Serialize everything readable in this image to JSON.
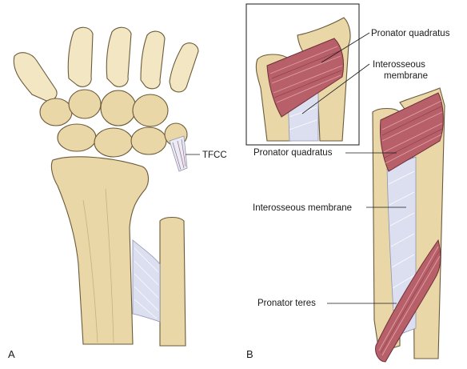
{
  "panels": {
    "a": {
      "letter": "A",
      "tfcc_label": "TFCC"
    },
    "b": {
      "letter": "B",
      "inset": {
        "pronator_quadratus": "Pronator quadratus",
        "interosseous_membrane_line1": "Interosseous",
        "interosseous_membrane_line2": "membrane"
      },
      "main": {
        "pronator_quadratus": "Pronator quadratus",
        "interosseous_membrane": "Interosseous membrane",
        "pronator_teres": "Pronator teres"
      }
    }
  },
  "colors": {
    "bone": "#ead7a8",
    "muscle": "#b8606a",
    "membrane": "#dcdff0",
    "text": "#1a1a1a"
  }
}
